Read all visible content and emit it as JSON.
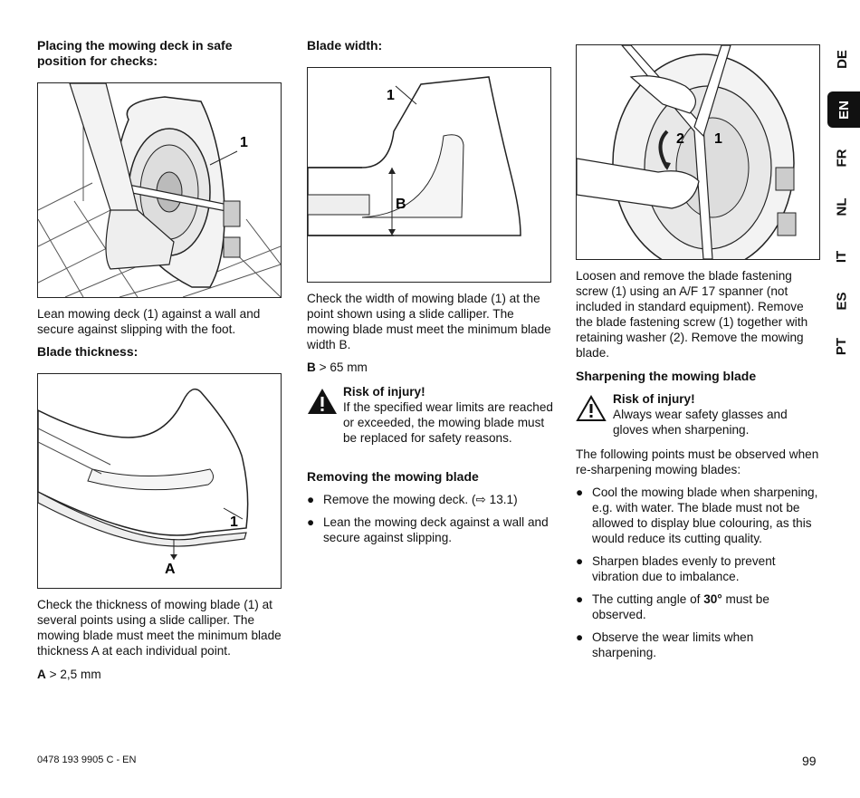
{
  "col1": {
    "heading1": "Placing the mowing deck in safe position for checks:",
    "fig1_callout": "1",
    "para1": "Lean mowing deck (1) against a wall and secure against slipping with the foot.",
    "heading2": "Blade thickness:",
    "fig2_callout1": "1",
    "fig2_callout2": "A",
    "para2": "Check the thickness of mowing blade (1) at several points using a slide calliper. The mowing blade must meet the minimum blade thickness A at each individual point.",
    "spec_label": "A",
    "spec_value": " > 2,5 mm"
  },
  "col2": {
    "heading": "Blade width:",
    "fig_callout1": "1",
    "fig_callout2": "B",
    "para": "Check the width of mowing blade (1) at the point shown using a slide calliper. The mowing blade must meet the minimum blade width B.",
    "spec_label": "B",
    "spec_value": " > 65 mm",
    "warning_title": "Risk of injury!",
    "warning_text": "If the specified wear limits are reached or exceeded, the mowing blade must be replaced for safety reasons.",
    "heading2": "Removing the mowing blade",
    "bullets": [
      "Remove the mowing deck. (⇨ 13.1)",
      "Lean the mowing deck against a wall and secure against slipping."
    ]
  },
  "col3": {
    "fig_callout1": "2",
    "fig_callout2": "1",
    "para": "Loosen and remove the blade fastening screw (1) using an A/F 17 spanner (not included in standard equipment). Remove the blade fastening screw (1) together with retaining washer (2). Remove the mowing blade.",
    "heading": "Sharpening the mowing blade",
    "warning_title": "Risk of injury!",
    "warning_text": "Always wear safety glasses and gloves when sharpening.",
    "intro": "The following points must be observed when re-sharpening mowing blades:",
    "bullet1": "Cool the mowing blade when sharpening, e.g. with water. The blade must not be allowed to display blue colouring, as this would reduce its cutting quality.",
    "bullet2": "Sharpen blades evenly to prevent vibration due to imbalance.",
    "bullet3_pre": "The cutting angle of ",
    "bullet3_bold": "30°",
    "bullet3_post": " must be observed.",
    "bullet4": "Observe the wear limits when sharpening."
  },
  "tabs": [
    "DE",
    "EN",
    "FR",
    "NL",
    "IT",
    "ES",
    "PT"
  ],
  "active_tab": "EN",
  "footer": {
    "doc_number": "0478 193 9905 C - EN",
    "page_number": "99"
  }
}
